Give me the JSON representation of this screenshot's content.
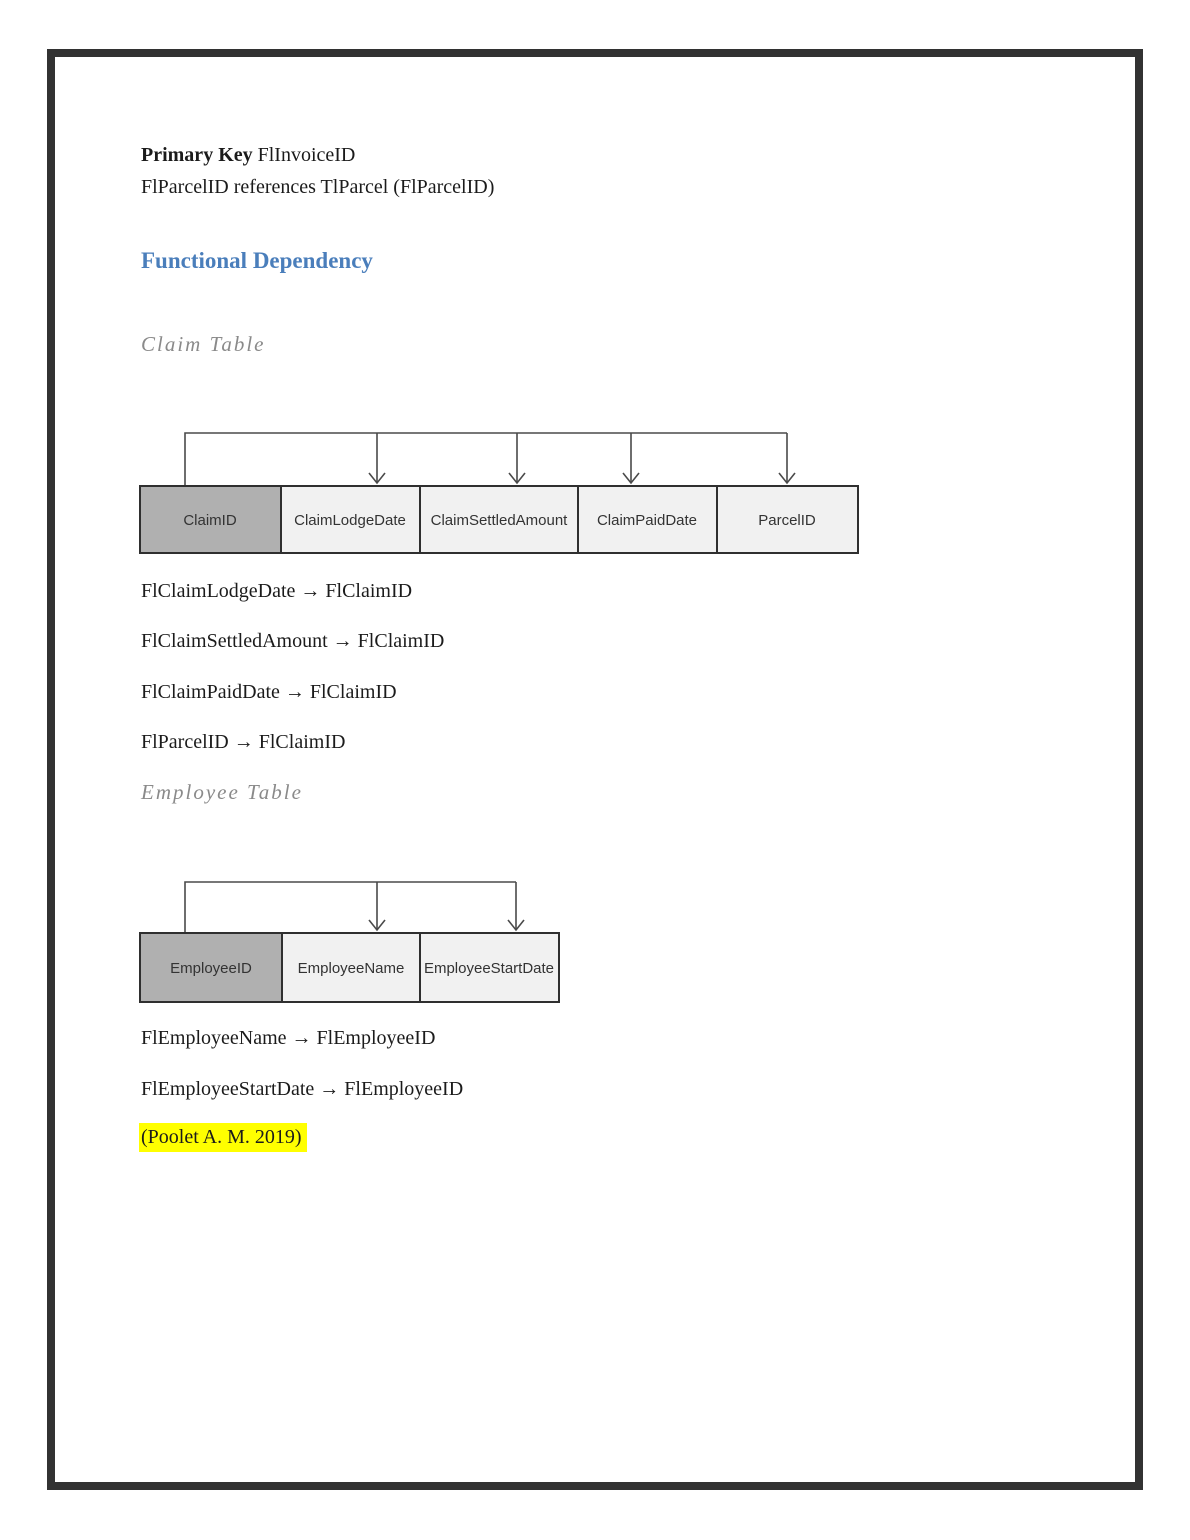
{
  "colors": {
    "page_border": "#323232",
    "heading_blue": "#4a7ebb",
    "subtitle_gray": "#8a8a8a",
    "key_cell_fill": "#b0b0b0",
    "cell_fill": "#f1f1f1",
    "cell_border": "#2f2f2f",
    "highlight_yellow": "#ffff00"
  },
  "intro": {
    "line1_bold": "Primary Key",
    "line1_text": "FlInvoiceID",
    "line2": "FlParcelID references TlParcel (FlParcelID)"
  },
  "heading": "Functional Dependency",
  "claim": {
    "subtitle": "Claim Table",
    "diagram": {
      "key_column": "ClaimID",
      "columns": [
        "ClaimID",
        "ClaimLodgeDate",
        "ClaimSettledAmount",
        "ClaimPaidDate",
        "ParcelID"
      ]
    },
    "dependencies": [
      "FlClaimLodgeDate → FlClaimID",
      "FlClaimSettledAmount → FlClaimID",
      "FlClaimPaidDate → FlClaimID",
      "FlParcelID → FlClaimID"
    ]
  },
  "employee": {
    "subtitle": "Employee Table",
    "diagram": {
      "key_column": "EmployeeID",
      "columns": [
        "EmployeeID",
        "EmployeeName",
        "EmployeeStartDate"
      ]
    },
    "dependencies": [
      "FlEmployeeName → FlEmployeeID",
      "FlEmployeeStartDate → FlEmployeeID"
    ]
  },
  "citation": "(Poolet A. M. 2019)"
}
